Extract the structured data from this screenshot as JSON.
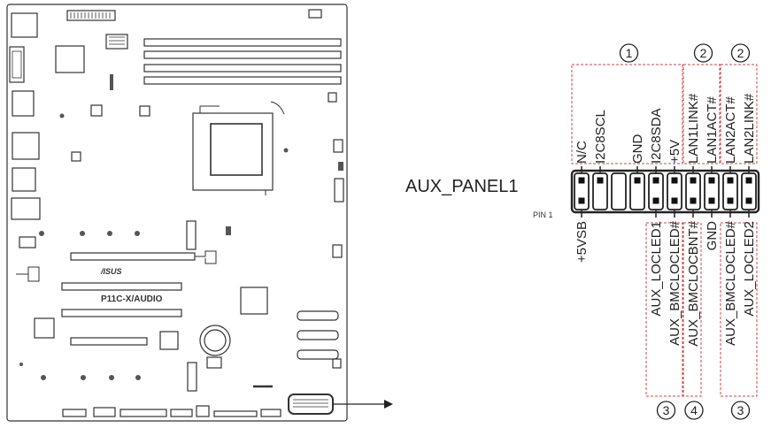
{
  "board": {
    "brand_logo": "/ISUS",
    "model_label": "P11C-X/AUDIO"
  },
  "connector": {
    "name": "AUX_PANEL1",
    "pin1_label": "PIN 1",
    "top_pins": [
      "N/C",
      "I2C8SCL",
      "",
      "GND",
      "I2C8SDA",
      "+5V",
      "LAN1LINK#",
      "LAN1ACT#",
      "LAN2ACT#",
      "LAN2LINK#"
    ],
    "bottom_pins": [
      "+5VSB",
      "",
      "",
      "",
      "AUX_LOCLED1",
      "AUX_BMCLOCLED#",
      "AUX_BMCLOCBNT#",
      "GND",
      "AUX_BMCLOCLED#",
      "AUX_LOCLED2"
    ],
    "top_groups": [
      {
        "label": "1"
      },
      {
        "label": "2"
      },
      {
        "label": "2"
      }
    ],
    "bottom_groups": [
      {
        "label": "3"
      },
      {
        "label": "4"
      },
      {
        "label": "3"
      }
    ]
  }
}
